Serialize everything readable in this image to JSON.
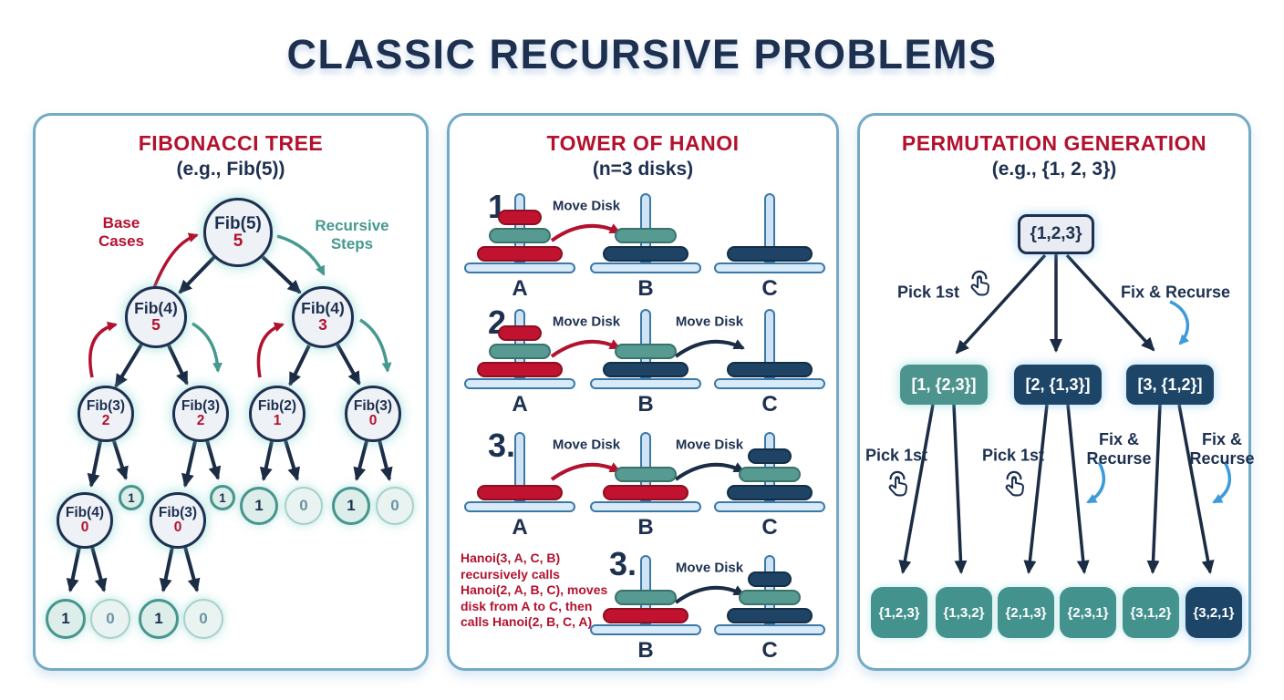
{
  "title": "CLASSIC RECURSIVE PROBLEMS",
  "colors": {
    "title_navy": "#1d3050",
    "accent_red": "#b2122e",
    "teal": "#4e948e",
    "navy_node": "#1d4568",
    "light_blue_arrow": "#3d9bd9",
    "panel_border": "#74aac6"
  },
  "fibonacci": {
    "title": "FIBONACCI TREE",
    "subtitle": "(e.g., Fib(5))",
    "base_cases": [
      "Base",
      "Cases"
    ],
    "recursive_steps": [
      "Recursive",
      "Steps"
    ],
    "nodes": [
      {
        "label": "Fib(5)",
        "value": "5"
      },
      {
        "label": "Fib(4)",
        "value": "5"
      },
      {
        "label": "Fib(4)",
        "value": "3"
      },
      {
        "label": "Fib(3)",
        "value": "2"
      },
      {
        "label": "Fib(3)",
        "value": "2"
      },
      {
        "label": "Fib(2)",
        "value": "1"
      },
      {
        "label": "Fib(3)",
        "value": "0"
      },
      {
        "label": "Fib(4)",
        "value": "0"
      },
      {
        "label": "Fib(3)",
        "value": "0"
      }
    ],
    "small_leaves": [
      "1",
      "1"
    ],
    "mid_leaves": [
      "1",
      "0",
      "1",
      "0"
    ],
    "bottom_leaves": [
      "1",
      "0",
      "1",
      "0"
    ]
  },
  "hanoi": {
    "title": "TOWER OF HANOI",
    "subtitle": "(n=3 disks)",
    "move_disk_label": "Move Disk",
    "note_lines": [
      "Hanoi(3, A, C, B)",
      "recursively calls",
      "Hanoi(2, A, B, C), moves",
      "disk from A to C, then",
      "calls Hanoi(2, B, C, A)"
    ],
    "steps": [
      {
        "number": "1.",
        "pegs": [
          {
            "label": "A",
            "disks": [
              {
                "color": "red",
                "size": "s"
              },
              {
                "color": "teal",
                "size": "m"
              },
              {
                "color": "red",
                "size": "l"
              }
            ]
          },
          {
            "label": "B",
            "disks": [
              {
                "color": "teal",
                "size": "m"
              },
              {
                "color": "navy",
                "size": "l"
              }
            ]
          },
          {
            "label": "C",
            "disks": [
              {
                "color": "navy",
                "size": "l"
              }
            ]
          }
        ]
      },
      {
        "number": "2.",
        "pegs": [
          {
            "label": "A",
            "disks": [
              {
                "color": "red",
                "size": "s"
              },
              {
                "color": "teal",
                "size": "m"
              },
              {
                "color": "red",
                "size": "l"
              }
            ]
          },
          {
            "label": "B",
            "disks": [
              {
                "color": "teal",
                "size": "m"
              },
              {
                "color": "navy",
                "size": "l"
              }
            ]
          },
          {
            "label": "C",
            "disks": [
              {
                "color": "navy",
                "size": "l"
              }
            ]
          }
        ]
      },
      {
        "number": "3.",
        "pegs": [
          {
            "label": "A",
            "disks": [
              {
                "color": "red",
                "size": "l"
              }
            ]
          },
          {
            "label": "B",
            "disks": [
              {
                "color": "teal",
                "size": "m"
              },
              {
                "color": "red",
                "size": "l"
              }
            ]
          },
          {
            "label": "C",
            "disks": [
              {
                "color": "navy",
                "size": "s"
              },
              {
                "color": "teal",
                "size": "m"
              },
              {
                "color": "navy",
                "size": "l"
              }
            ]
          }
        ]
      },
      {
        "number": "3.",
        "pegs": [
          {
            "label": "B",
            "disks": [
              {
                "color": "teal",
                "size": "m"
              },
              {
                "color": "red",
                "size": "l"
              }
            ]
          },
          {
            "label": "C",
            "disks": [
              {
                "color": "navy",
                "size": "s"
              },
              {
                "color": "teal",
                "size": "m"
              },
              {
                "color": "navy",
                "size": "l"
              }
            ]
          }
        ]
      }
    ]
  },
  "permutation": {
    "title": "PERMUTATION GENERATION",
    "subtitle": "(e.g., {1, 2, 3})",
    "root_label": "{1,2,3}",
    "pick_first": "Pick 1st",
    "fix_recurse": "Fix & Recurse",
    "fix_recurse_l1": "Fix &",
    "fix_recurse_l2": "Recurse",
    "mid": [
      "[1, {2,3}]",
      "[2, {1,3}]",
      "[3, {1,2}]"
    ],
    "leaves": [
      "{1,2,3}",
      "{1,3,2}",
      "{2,1,3}",
      "{2,3,1}",
      "{3,1,2}",
      "{3,2,1}"
    ]
  }
}
